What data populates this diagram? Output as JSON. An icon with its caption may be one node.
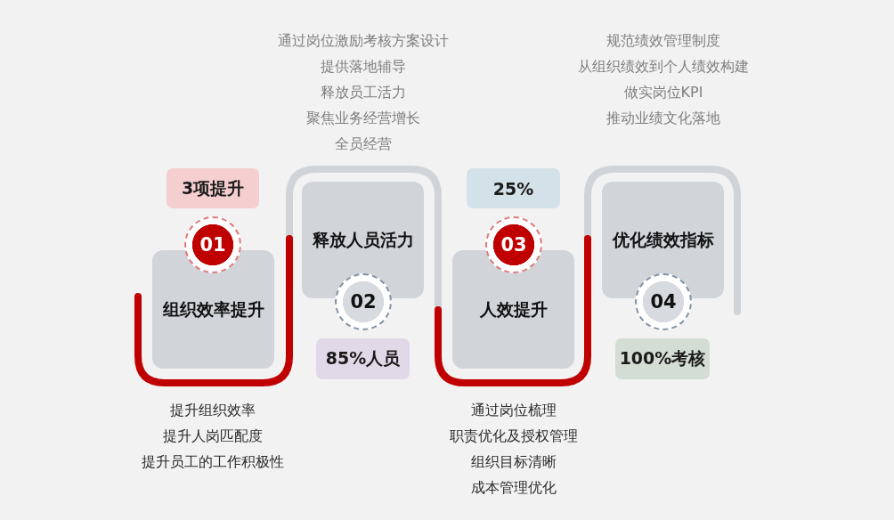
{
  "diagram": {
    "nodes": [
      {
        "text": [
          "3项提升"
        ]
      },
      {
        "text": [
          "01"
        ]
      },
      {
        "text": [
          "组织效率提升"
        ],
        "beside": [
          "提升组织效率",
          "提升人岗匹配度",
          "提升员工的工作积极性"
        ]
      },
      {
        "text": [
          "释放人员活力"
        ],
        "beside": [
          "通过岗位激励考核方案设计",
          "提供落地辅导",
          "释放员工活力",
          "聚焦业务经营增长",
          "全员经营"
        ]
      },
      {
        "text": [
          "02"
        ]
      },
      {
        "text": [
          "85%人员"
        ]
      },
      {
        "text": [
          "25%"
        ]
      },
      {
        "text": [
          "03"
        ]
      },
      {
        "text": [
          "人效提升"
        ],
        "beside": [
          "通过岗位梳理",
          "职责优化及授权管理",
          "组织目标清晰",
          "成本管理优化"
        ]
      },
      {
        "text": [
          "优化绩效指标"
        ],
        "beside": [
          "规范绩效管理制度",
          "从组织绩效到个人绩效构建",
          "做实岗位KPI",
          "推动业绩文化落地"
        ]
      },
      {
        "text": [
          "04"
        ]
      },
      {
        "text": [
          "100%考核"
        ]
      }
    ]
  }
}
